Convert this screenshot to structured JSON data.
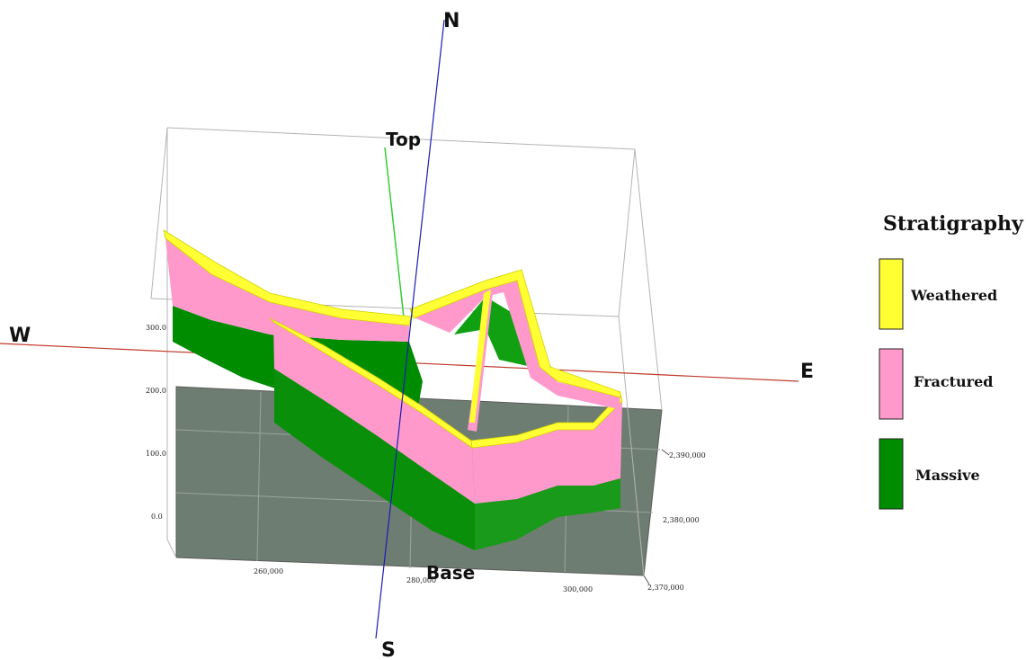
{
  "axes": {
    "north": "N",
    "south": "S",
    "west": "W",
    "east": "E",
    "top": "Top",
    "base": "Base"
  },
  "elevation_ticks": [
    "300.0",
    "200.0",
    "100.0",
    "0.0"
  ],
  "easting_ticks": [
    "260,000",
    "280,000",
    "300,000"
  ],
  "northing_ticks": [
    "2,390,000",
    "2,380,000",
    "2,370,000"
  ],
  "legend": {
    "title": "Stratigraphy",
    "items": [
      {
        "label": "Weathered",
        "color": "#ffff33"
      },
      {
        "label": "Fractured",
        "color": "#ff99cc"
      },
      {
        "label": "Massive",
        "color": "#008c00"
      }
    ]
  },
  "colors": {
    "base_plane": "#6e7d72",
    "north_south_axis": "#1c1cb4",
    "west_east_axis": "#c0392b",
    "vertical_axis": "#33cc33",
    "bounding_box": "#b4b4b4"
  }
}
